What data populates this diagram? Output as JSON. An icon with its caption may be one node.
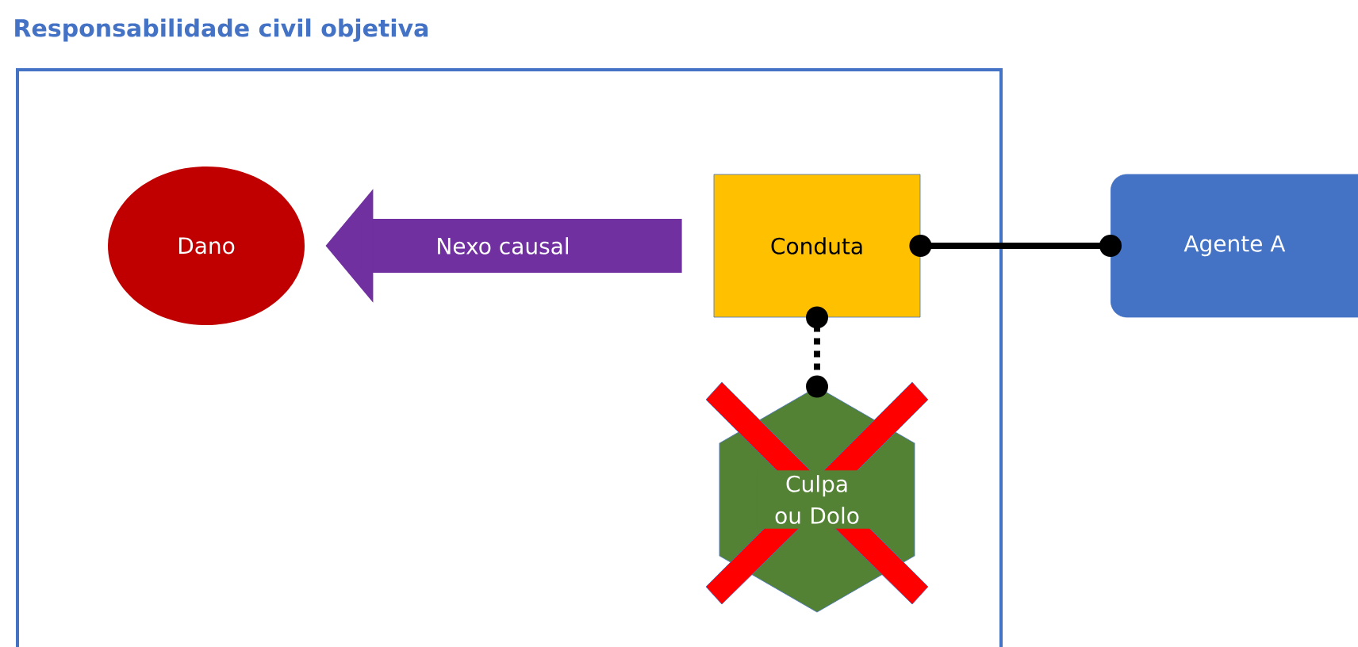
{
  "diagram": {
    "title": "Responsabilidade civil objetiva",
    "nodes": [
      {
        "text": [],
        "shape": "box"
      },
      {
        "text": [
          "Dano"
        ],
        "in": 0
      },
      {
        "text": [
          "Conduta"
        ],
        "in": 0
      },
      {
        "text": [
          "Agente A"
        ]
      },
      {
        "text": [
          "Culpa ou Dolo"
        ],
        "in": 0
      }
    ],
    "edges": [
      {
        "from": 2,
        "to": 1,
        "arrow": "to",
        "label": "Nexo causal",
        "style": "thick",
        "color": "#7030a0"
      },
      {
        "from": 2,
        "to": 3,
        "arrow": "other"
      },
      {
        "from": 2,
        "to": 4,
        "arrow": "other",
        "style": "dashed"
      }
    ]
  }
}
